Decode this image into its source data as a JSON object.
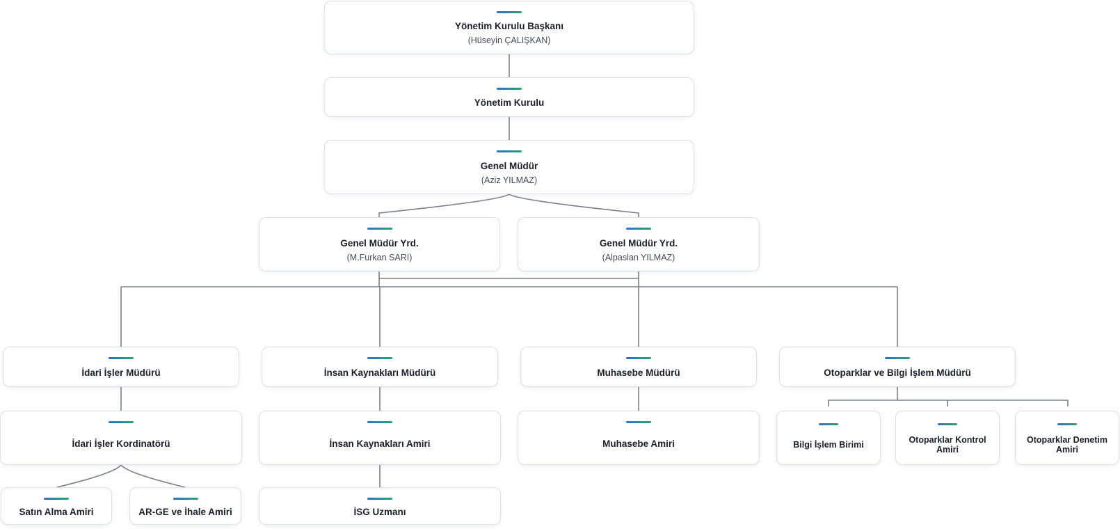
{
  "chart": {
    "nodes": {
      "yk_baskan": {
        "title": "Yönetim Kurulu Başkanı",
        "subtitle": "(Hüseyin ÇALIŞKAN)"
      },
      "yk": {
        "title": "Yönetim Kurulu"
      },
      "gm": {
        "title": "Genel Müdür",
        "subtitle": "(Aziz YILMAZ)"
      },
      "gmy1": {
        "title": "Genel Müdür Yrd.",
        "subtitle": "(M.Furkan SARI)"
      },
      "gmy2": {
        "title": "Genel Müdür Yrd.",
        "subtitle": "(Alpaslan YILMAZ)"
      },
      "idari_mudur": {
        "title": "İdari İşler Müdürü"
      },
      "ik_mudur": {
        "title": "İnsan Kaynakları Müdürü"
      },
      "muhasebe_mudur": {
        "title": "Muhasebe Müdürü"
      },
      "otopark_mudur": {
        "title": "Otoparklar ve Bilgi İşlem Müdürü"
      },
      "idari_kord": {
        "title": "İdari İşler Kordinatörü"
      },
      "ik_amir": {
        "title": "İnsan Kaynakları Amiri"
      },
      "muhasebe_amir": {
        "title": "Muhasebe Amiri"
      },
      "bilgi_islem": {
        "title": "Bilgi İşlem Birimi"
      },
      "otopark_kontrol": {
        "title": "Otoparklar Kontrol Amiri"
      },
      "otopark_denetim": {
        "title": "Otoparklar Denetim Amiri"
      },
      "satin_alma": {
        "title": "Satın Alma Amiri"
      },
      "arge": {
        "title": "AR-GE ve İhale Amiri"
      },
      "isg": {
        "title": "İSG Uzmanı"
      }
    }
  }
}
